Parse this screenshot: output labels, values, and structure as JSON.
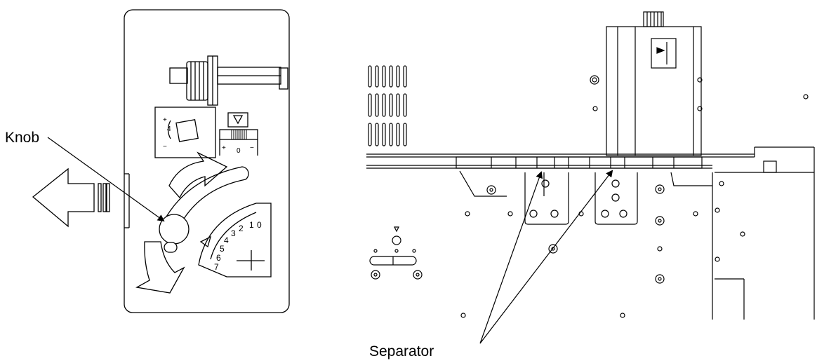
{
  "callouts": {
    "knob": "Knob",
    "separator": "Separator"
  },
  "left_panel": {
    "plus_minus_left": [
      "+",
      "4",
      "−"
    ],
    "plus_minus_right": [
      "+",
      "0",
      "−"
    ],
    "dial_numbers": [
      "0",
      "1",
      "2",
      "3",
      "4",
      "5",
      "6",
      "7"
    ]
  },
  "colors": {
    "line": "#000000",
    "background": "#ffffff"
  }
}
